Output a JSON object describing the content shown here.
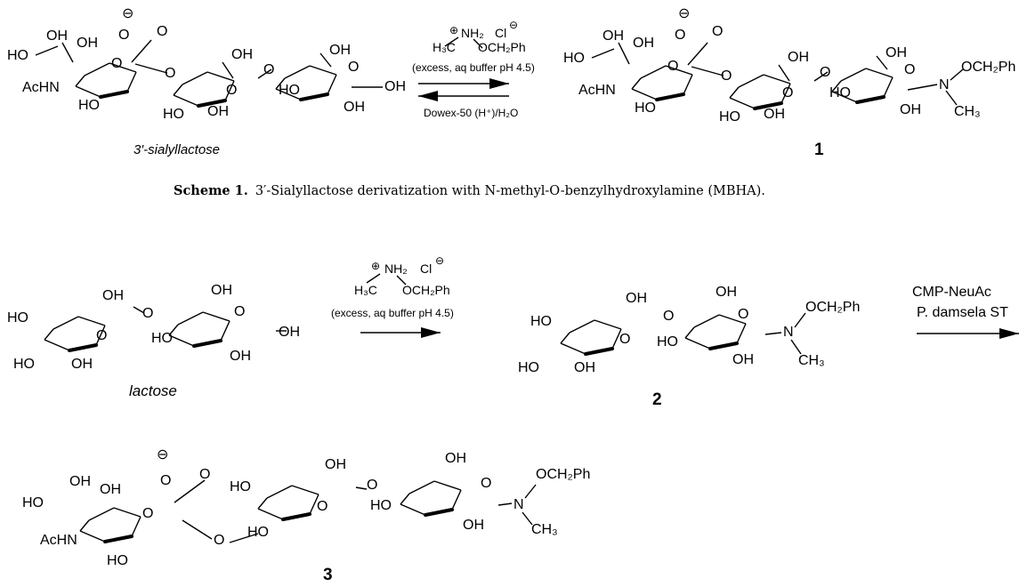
{
  "scheme1": {
    "start": {
      "name": "3′-sialyllactose",
      "atoms": [
        "⊖",
        "O",
        "O",
        "OH",
        "OH",
        "HO",
        "AcHN",
        "O",
        "HO",
        "O",
        "OH",
        "O",
        "HO",
        "OH",
        "O",
        "OH",
        "O",
        "HO",
        "OH",
        "OH"
      ]
    },
    "reagent": {
      "plus": "⊕",
      "nh2": "NH₂",
      "cl": "Cl",
      "minus": "⊖",
      "h3c": "H₃C",
      "och2ph": "OCH₂Ph",
      "conditions": "(excess, aq buffer pH 4.5)",
      "reverse_conditions": "Dowex-50 (H⁺)/H₂O"
    },
    "product": {
      "label": "1",
      "atoms": [
        "⊖",
        "O",
        "O",
        "OH",
        "OH",
        "HO",
        "AcHN",
        "O",
        "HO",
        "O",
        "OH",
        "O",
        "HO",
        "OH",
        "O",
        "OH",
        "O",
        "HO",
        "OH",
        "N",
        "OCH₂Ph",
        "CH₃"
      ]
    },
    "caption_bold": "Scheme 1.",
    "caption_text": "3′-Sialyllactose derivatization with N-methyl-O-benzylhydroxylamine (MBHA)."
  },
  "scheme2": {
    "start": {
      "name": "lactose",
      "atoms": [
        "OH",
        "HO",
        "O",
        "HO",
        "OH",
        "O",
        "OH",
        "O",
        "HO",
        "OH",
        "OH"
      ]
    },
    "reagent": {
      "plus": "⊕",
      "nh2": "NH₂",
      "cl": "Cl",
      "minus": "⊖",
      "h3c": "H₃C",
      "och2ph": "OCH₂Ph",
      "conditions": "(excess, aq buffer pH 4.5)"
    },
    "intermediate": {
      "label": "2",
      "atoms": [
        "OH",
        "HO",
        "O",
        "HO",
        "OH",
        "O",
        "OH",
        "O",
        "HO",
        "OH",
        "N",
        "OCH₂Ph",
        "CH₃"
      ]
    },
    "enzyme_step": {
      "line1": "CMP-NeuAc",
      "line2": "P. damsela ST"
    },
    "product": {
      "label": "3",
      "atoms": [
        "⊖",
        "O",
        "O",
        "OH",
        "OH",
        "HO",
        "AcHN",
        "O",
        "HO",
        "O",
        "HO",
        "OH",
        "O",
        "HO",
        "O",
        "OH",
        "O",
        "HO",
        "OH",
        "N",
        "OCH₂Ph",
        "CH₃"
      ]
    }
  }
}
